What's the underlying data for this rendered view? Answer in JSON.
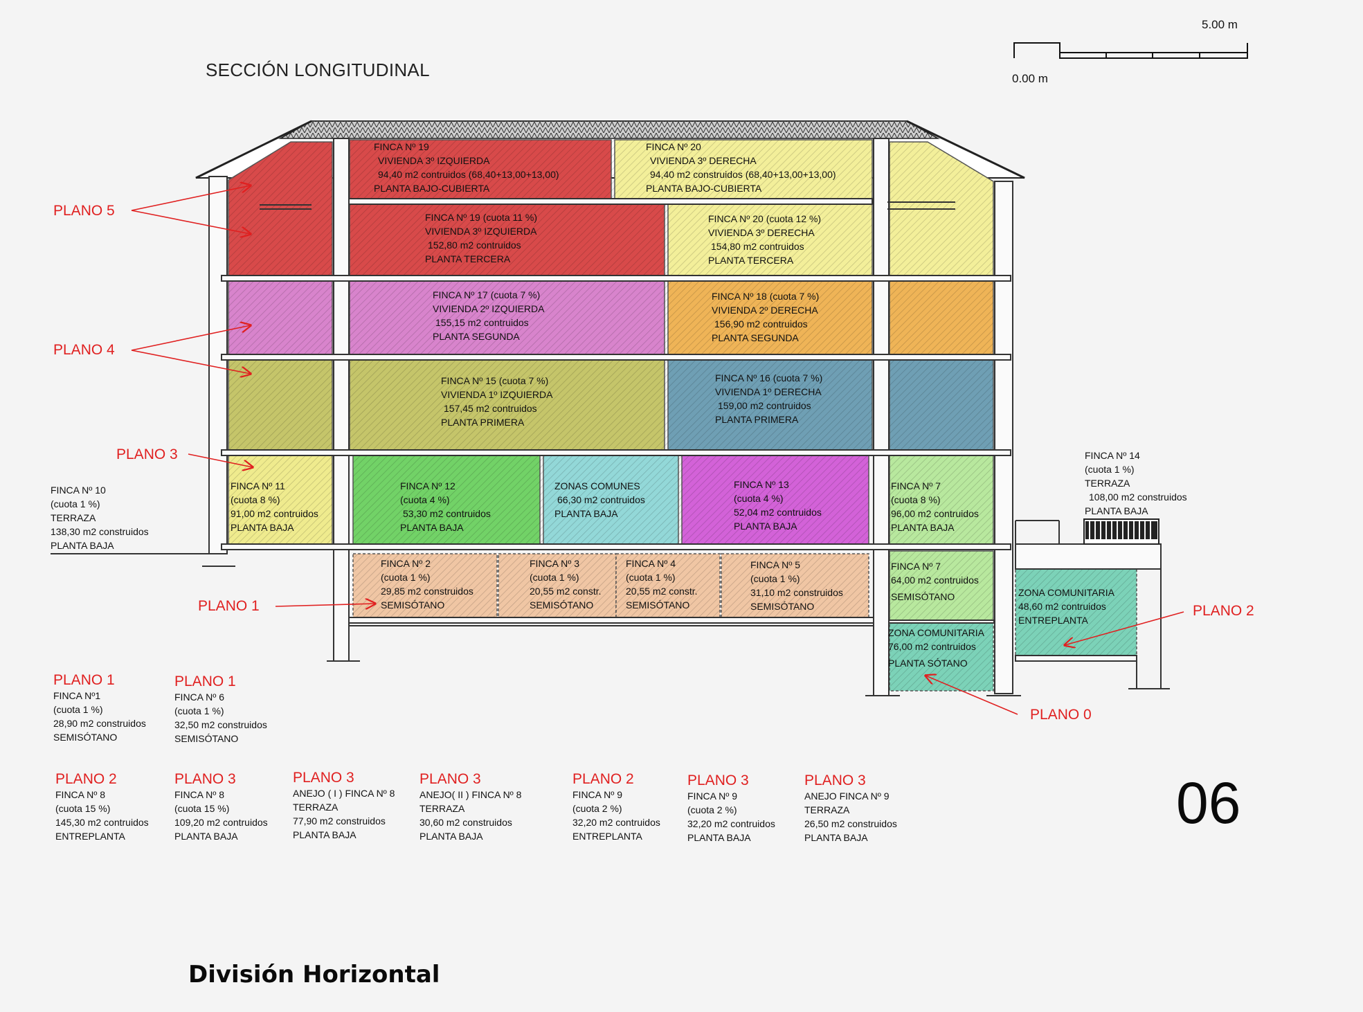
{
  "title": "SECCIÓN LONGITUDINAL",
  "scale_bar": {
    "start_label": "0.00 m",
    "end_label": "5.00 m"
  },
  "colors": {
    "red": "#e02020",
    "crimson": "#d84a4a",
    "cream": "#f3ef9a",
    "pink": "#d884cc",
    "orange": "#efb457",
    "olive": "#c5c56a",
    "teal": "#6f9fb4",
    "pale_yellow": "#efeb8e",
    "green": "#72d267",
    "cyan": "#93d8d8",
    "magenta": "#d362d8",
    "light_green": "#b8e89e",
    "peach": "#f0c6a4",
    "sea_green": "#7cd2b8"
  },
  "units": [
    {
      "id": "u19-bc",
      "lines": [
        "FINCA Nº 19",
        "VIVIENDA 3º IZQUIERDA",
        "94,40 m2 contruidos (68,40+13,00+13,00)",
        "PLANTA BAJO-CUBIERTA"
      ]
    },
    {
      "id": "u20-bc",
      "lines": [
        "FINCA Nº 20",
        "VIVIENDA 3º DERECHA",
        "94,40 m2 construidos (68,40+13,00+13,00)",
        "PLANTA BAJO-CUBIERTA"
      ]
    },
    {
      "id": "u19-3",
      "lines": [
        "FINCA Nº 19  (cuota 11 %)",
        "VIVIENDA 3º IZQUIERDA",
        "152,80 m2 contruidos",
        "PLANTA TERCERA"
      ]
    },
    {
      "id": "u20-3",
      "lines": [
        "FINCA Nº 20  (cuota 12 %)",
        "VIVIENDA 3º DERECHA",
        "154,80 m2 contruidos",
        "PLANTA TERCERA"
      ]
    },
    {
      "id": "u17",
      "lines": [
        "FINCA Nº 17  (cuota 7 %)",
        "VIVIENDA 2º IZQUIERDA",
        "155,15 m2 contruidos",
        "PLANTA SEGUNDA"
      ]
    },
    {
      "id": "u18",
      "lines": [
        "FINCA Nº 18  (cuota 7 %)",
        "VIVIENDA 2º DERECHA",
        "156,90 m2 contruidos",
        "PLANTA SEGUNDA"
      ]
    },
    {
      "id": "u15",
      "lines": [
        "FINCA Nº 15  (cuota 7 %)",
        "VIVIENDA 1º IZQUIERDA",
        "157,45 m2 contruidos",
        "PLANTA PRIMERA"
      ]
    },
    {
      "id": "u16",
      "lines": [
        "FINCA Nº 16  (cuota 7 %)",
        "VIVIENDA 1º DERECHA",
        "159,00 m2 contruidos",
        "PLANTA PRIMERA"
      ]
    },
    {
      "id": "u11",
      "lines": [
        "FINCA Nº 11",
        "(cuota 8 %)",
        "91,00 m2 contruidos",
        "PLANTA BAJA"
      ]
    },
    {
      "id": "u12",
      "lines": [
        "FINCA Nº 12",
        "(cuota 4 %)",
        "53,30 m2 contruidos",
        "PLANTA BAJA"
      ]
    },
    {
      "id": "uzc",
      "lines": [
        "ZONAS COMUNES",
        "66,30 m2 contruidos",
        "PLANTA BAJA"
      ]
    },
    {
      "id": "u13",
      "lines": [
        "FINCA Nº 13",
        "(cuota 4 %)",
        "52,04 m2 contruidos",
        "PLANTA BAJA"
      ]
    },
    {
      "id": "u7b",
      "lines": [
        "FINCA Nº 7",
        "(cuota 8 %)",
        "96,00 m2 contruidos",
        "PLANTA BAJA"
      ]
    },
    {
      "id": "u2",
      "lines": [
        "FINCA Nº 2",
        "(cuota 1 %)",
        "29,85 m2 construidos",
        "SEMISÓTANO"
      ]
    },
    {
      "id": "u3",
      "lines": [
        "FINCA Nº 3",
        "(cuota 1 %)",
        "20,55 m2 constr.",
        "SEMISÓTANO"
      ]
    },
    {
      "id": "u4",
      "lines": [
        "FINCA Nº 4",
        "(cuota 1 %)",
        "20,55 m2 constr.",
        "SEMISÓTANO"
      ]
    },
    {
      "id": "u5",
      "lines": [
        "FINCA Nº 5",
        "(cuota 1 %)",
        "31,10 m2 construidos",
        "SEMISÓTANO"
      ]
    },
    {
      "id": "u7s",
      "lines": [
        "FINCA Nº 7",
        "64,00 m2 contruidos",
        "SEMISÓTANO"
      ]
    },
    {
      "id": "uzcs",
      "lines": [
        "ZONA COMUNITARIA",
        "76,00 m2 contruidos",
        "PLANTA SÓTANO"
      ]
    },
    {
      "id": "uzce",
      "lines": [
        "ZONA COMUNITARIA",
        "48,60 m2 contruidos",
        "ENTREPLANTA"
      ]
    }
  ],
  "outside_labels": [
    {
      "id": "o10",
      "lines": [
        "FINCA Nº 10",
        "(cuota 1 %)",
        "TERRAZA",
        "138,30 m2 construidos",
        "PLANTA BAJA"
      ]
    },
    {
      "id": "o14",
      "lines": [
        "FINCA Nº 14",
        "(cuota 1 %)",
        "TERRAZA",
        "108,00 m2 construidos",
        "PLANTA BAJA"
      ]
    }
  ],
  "plano_labels": {
    "p5": "PLANO 5",
    "p4": "PLANO 4",
    "p3": "PLANO 3",
    "p1": "PLANO 1",
    "p2": "PLANO 2",
    "p0": "PLANO 0"
  },
  "legend": [
    {
      "heading": "PLANO 1",
      "lines": [
        "FINCA Nº1",
        "(cuota 1 %)",
        "28,90 m2 construidos",
        "SEMISÓTANO"
      ]
    },
    {
      "heading": "PLANO 1",
      "lines": [
        "FINCA Nº 6",
        "(cuota 1 %)",
        "32,50 m2 construidos",
        "SEMISÓTANO"
      ]
    },
    {
      "heading": "PLANO 2",
      "lines": [
        "FINCA Nº 8",
        "(cuota 15 %)",
        "145,30 m2 contruidos",
        "ENTREPLANTA"
      ]
    },
    {
      "heading": "PLANO 3",
      "lines": [
        "FINCA Nº 8",
        "(cuota 15 %)",
        "109,20 m2 contruidos",
        "PLANTA BAJA"
      ]
    },
    {
      "heading": "PLANO 3",
      "lines": [
        "ANEJO ( I ) FINCA Nº 8",
        "TERRAZA",
        "77,90 m2 construidos",
        "PLANTA BAJA"
      ]
    },
    {
      "heading": "PLANO 3",
      "lines": [
        "ANEJO( II ) FINCA Nº 8",
        "TERRAZA",
        "30,60 m2 construidos",
        "PLANTA BAJA"
      ]
    },
    {
      "heading": "PLANO 2",
      "lines": [
        "FINCA Nº 9",
        "(cuota 2 %)",
        "32,20 m2 contruidos",
        "ENTREPLANTA"
      ]
    },
    {
      "heading": "PLANO 3",
      "lines": [
        "FINCA Nº 9",
        "(cuota 2 %)",
        "32,20 m2 contruidos",
        "PLANTA BAJA"
      ]
    },
    {
      "heading": "PLANO 3",
      "lines": [
        "ANEJO FINCA Nº 9",
        "TERRAZA",
        "26,50 m2 construidos",
        "PLANTA BAJA"
      ]
    }
  ],
  "page_number": "06",
  "footer": "División Horizontal"
}
